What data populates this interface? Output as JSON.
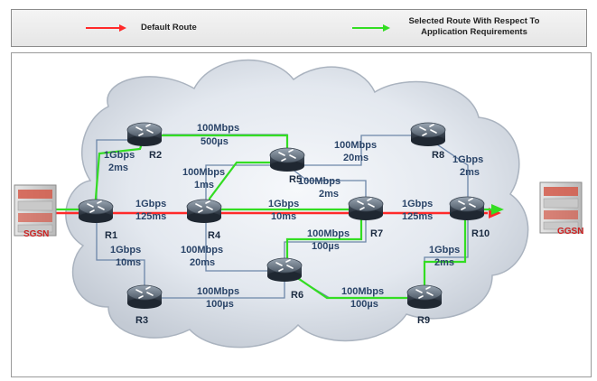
{
  "legend": {
    "default_route": "Default Route",
    "selected_route_line1": "Selected Route With Respect To",
    "selected_route_line2": "Application Requirements",
    "default_color": "#ff2a2a",
    "selected_color": "#33dd22"
  },
  "servers": {
    "sgsn": "SGSN",
    "ggsn": "GGSN"
  },
  "routers": {
    "r1": "R1",
    "r2": "R2",
    "r3": "R3",
    "r4": "R4",
    "r5": "R5",
    "r6": "R6",
    "r7": "R7",
    "r8": "R8",
    "r9": "R9",
    "r10": "R10"
  },
  "links": {
    "r1_r2": [
      "1Gbps",
      "2ms"
    ],
    "r2_r5": [
      "100Mbps",
      "500µs"
    ],
    "r4_r5": [
      "100Mbps",
      "1ms"
    ],
    "r1_r4": [
      "1Gbps",
      "125ms"
    ],
    "r4_r7": [
      "1Gbps",
      "10ms"
    ],
    "r5_r7": [
      "100Mbps",
      "2ms"
    ],
    "r5_r8": [
      "100Mbps",
      "20ms"
    ],
    "r8_r10": [
      "1Gbps",
      "2ms"
    ],
    "r7_r10": [
      "1Gbps",
      "125ms"
    ],
    "r1_r3": [
      "1Gbps",
      "10ms"
    ],
    "r4_r6": [
      "100Mbps",
      "20ms"
    ],
    "r6_r7": [
      "100Mbps",
      "100µs"
    ],
    "r3_r6": [
      "100Mbps",
      "100µs"
    ],
    "r6_r9": [
      "100Mbps",
      "100µs"
    ],
    "r9_r10": [
      "1Gbps",
      "2ms"
    ]
  }
}
